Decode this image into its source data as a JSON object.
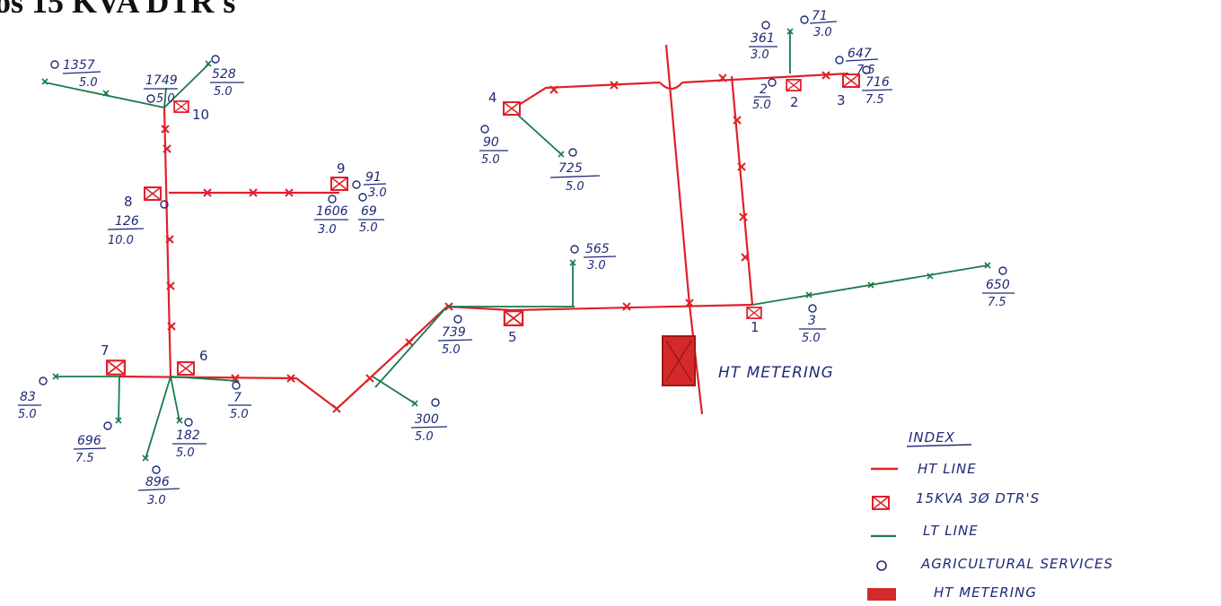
{
  "title": "os 15 KVA DTR's",
  "colors": {
    "ht": "#e0202a",
    "lt": "#1a7a4a",
    "ink": "#1f2a78",
    "metering": "#d42a2a"
  },
  "dtrs": [
    {
      "no": "1",
      "id": "1"
    },
    {
      "no": "2",
      "id": "2"
    },
    {
      "no": "3",
      "id": "3"
    },
    {
      "no": "4",
      "id": "4"
    },
    {
      "no": "5",
      "id": "5"
    },
    {
      "no": "6",
      "id": "6"
    },
    {
      "no": "7",
      "id": "7"
    },
    {
      "no": "8",
      "id": "8"
    },
    {
      "no": "9",
      "id": "9"
    },
    {
      "no": "10",
      "id": "10"
    }
  ],
  "services": [
    {
      "id": "s1357",
      "num": "1357",
      "rating": "5.0"
    },
    {
      "id": "s1749",
      "num": "1749",
      "rating": "5.0"
    },
    {
      "id": "s528",
      "num": "528",
      "rating": "5.0"
    },
    {
      "id": "s126",
      "num": "126",
      "rating": "10.0"
    },
    {
      "id": "s1606",
      "num": "1606",
      "rating": "3.0"
    },
    {
      "id": "s91",
      "num": "91",
      "rating": "3.0"
    },
    {
      "id": "s69",
      "num": "69",
      "rating": "5.0"
    },
    {
      "id": "s90",
      "num": "90",
      "rating": "5.0"
    },
    {
      "id": "s725",
      "num": "725",
      "rating": "5.0"
    },
    {
      "id": "s361",
      "num": "361",
      "rating": "3.0"
    },
    {
      "id": "s71",
      "num": "71",
      "rating": "3.0"
    },
    {
      "id": "s647",
      "num": "647",
      "rating": "7.5"
    },
    {
      "id": "s716",
      "num": "716",
      "rating": "7.5"
    },
    {
      "id": "s2",
      "num": "2",
      "rating": "5.0"
    },
    {
      "id": "s565",
      "num": "565",
      "rating": "3.0"
    },
    {
      "id": "s650",
      "num": "650",
      "rating": "7.5"
    },
    {
      "id": "s3",
      "num": "3",
      "rating": "5.0"
    },
    {
      "id": "s739",
      "num": "739",
      "rating": "5.0"
    },
    {
      "id": "s300",
      "num": "300",
      "rating": "5.0"
    },
    {
      "id": "s83",
      "num": "83",
      "rating": "5.0"
    },
    {
      "id": "s696",
      "num": "696",
      "rating": "7.5"
    },
    {
      "id": "s182",
      "num": "182",
      "rating": "5.0"
    },
    {
      "id": "s896",
      "num": "896",
      "rating": "3.0"
    },
    {
      "id": "s7",
      "num": "7",
      "rating": "5.0"
    }
  ],
  "ht_metering_label": "HT METERING",
  "legend": {
    "title": "INDEX",
    "items": [
      {
        "symbol": "ht-line",
        "label": "HT LINE"
      },
      {
        "symbol": "dtr",
        "label": "15KVA 3Ø DTR'S"
      },
      {
        "symbol": "lt-line",
        "label": "LT LINE"
      },
      {
        "symbol": "agri-service",
        "label": "AGRICULTURAL SERVICES"
      },
      {
        "symbol": "ht-metering",
        "label": "HT METERING"
      }
    ]
  }
}
